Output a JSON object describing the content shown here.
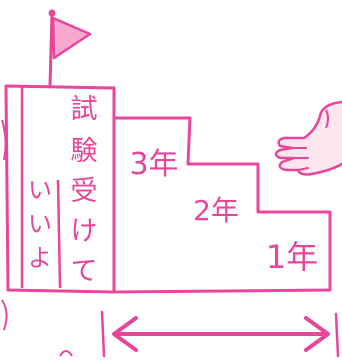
{
  "colors": {
    "ink": "#e8459b",
    "flag_fill": "#f6a8cf",
    "hand_fill": "#fde6ee",
    "background": "#ffffff"
  },
  "tower": {
    "label_main": "試験受けて",
    "label_sub": "いいよ"
  },
  "steps": [
    {
      "label": "3年"
    },
    {
      "label": "2年"
    },
    {
      "label": "1年"
    }
  ],
  "icons": {
    "flag": "flag-icon",
    "hand": "hand-icon",
    "arrow": "double-arrow-icon"
  }
}
